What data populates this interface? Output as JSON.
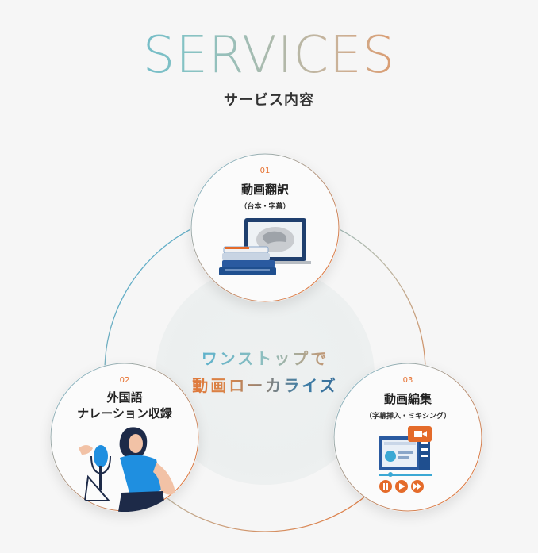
{
  "header": {
    "title": "SERVICES",
    "subtitle": "サービス内容"
  },
  "center": {
    "line1": "ワンストップで",
    "line2": "動画ローカライズ"
  },
  "services": [
    {
      "number": "01",
      "name": "動画翻訳",
      "detail": "（台本・字幕）",
      "icon": "laptop-books-icon"
    },
    {
      "number": "02",
      "name_line1": "外国語",
      "name_line2": "ナレーション収録",
      "icon": "narrator-microphone-icon"
    },
    {
      "number": "03",
      "name": "動画編集",
      "detail": "（字幕挿入・ミキシング）",
      "icon": "video-editing-icon"
    }
  ],
  "colors": {
    "blue": "#3ba8d4",
    "orange": "#ee6a23",
    "dark_blue": "#1f4f8f"
  }
}
